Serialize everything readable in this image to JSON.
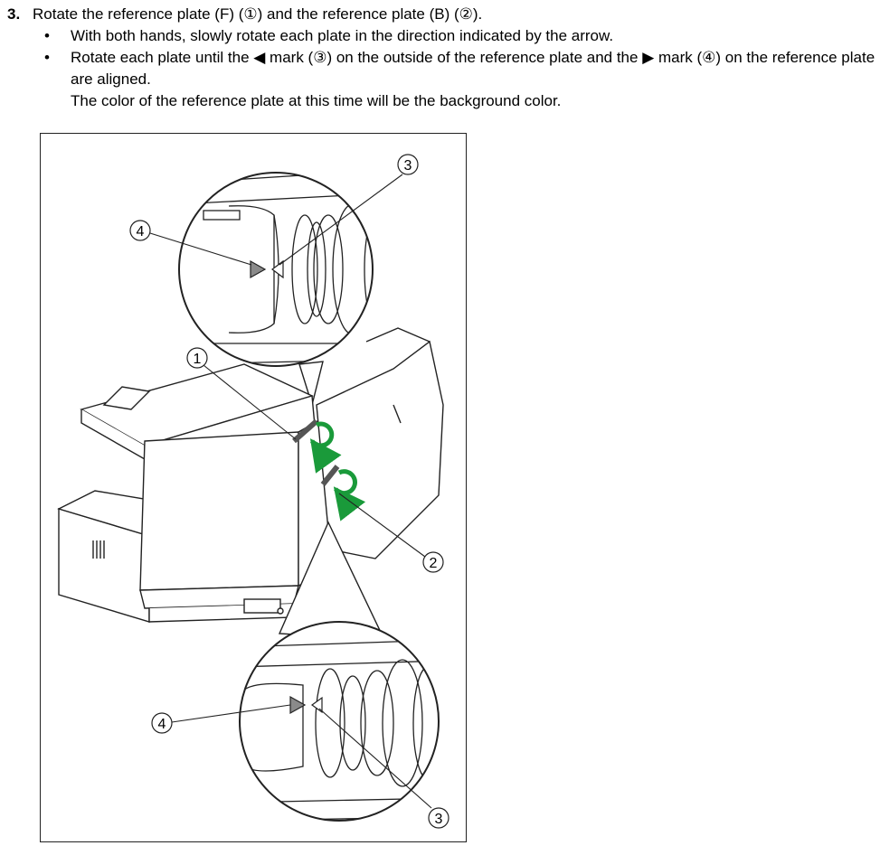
{
  "step": {
    "number": "3.",
    "title": "Rotate the reference plate (F) (①) and the reference plate (B) (②).",
    "bullets": [
      "With both hands, slowly rotate each plate in the direction indicated by the arrow.",
      "Rotate each plate until the ◀ mark (③) on the outside of the reference plate and the ▶ mark (④) on the reference plate are aligned."
    ],
    "bullet_symbol": "•",
    "note": "The color of the reference plate at this time will be the background color."
  },
  "figure": {
    "callouts": {
      "one": "1",
      "two": "2",
      "three_top": "3",
      "four_top": "4",
      "three_bottom": "3",
      "four_bottom": "4"
    },
    "colors": {
      "rotate_arrow": "#1a9a3a",
      "line": "#222222",
      "marker_gray": "#8a8a8a"
    },
    "icons": [
      "rotate-arrow-icon",
      "triangle-left-mark-icon",
      "triangle-right-mark-icon"
    ]
  }
}
